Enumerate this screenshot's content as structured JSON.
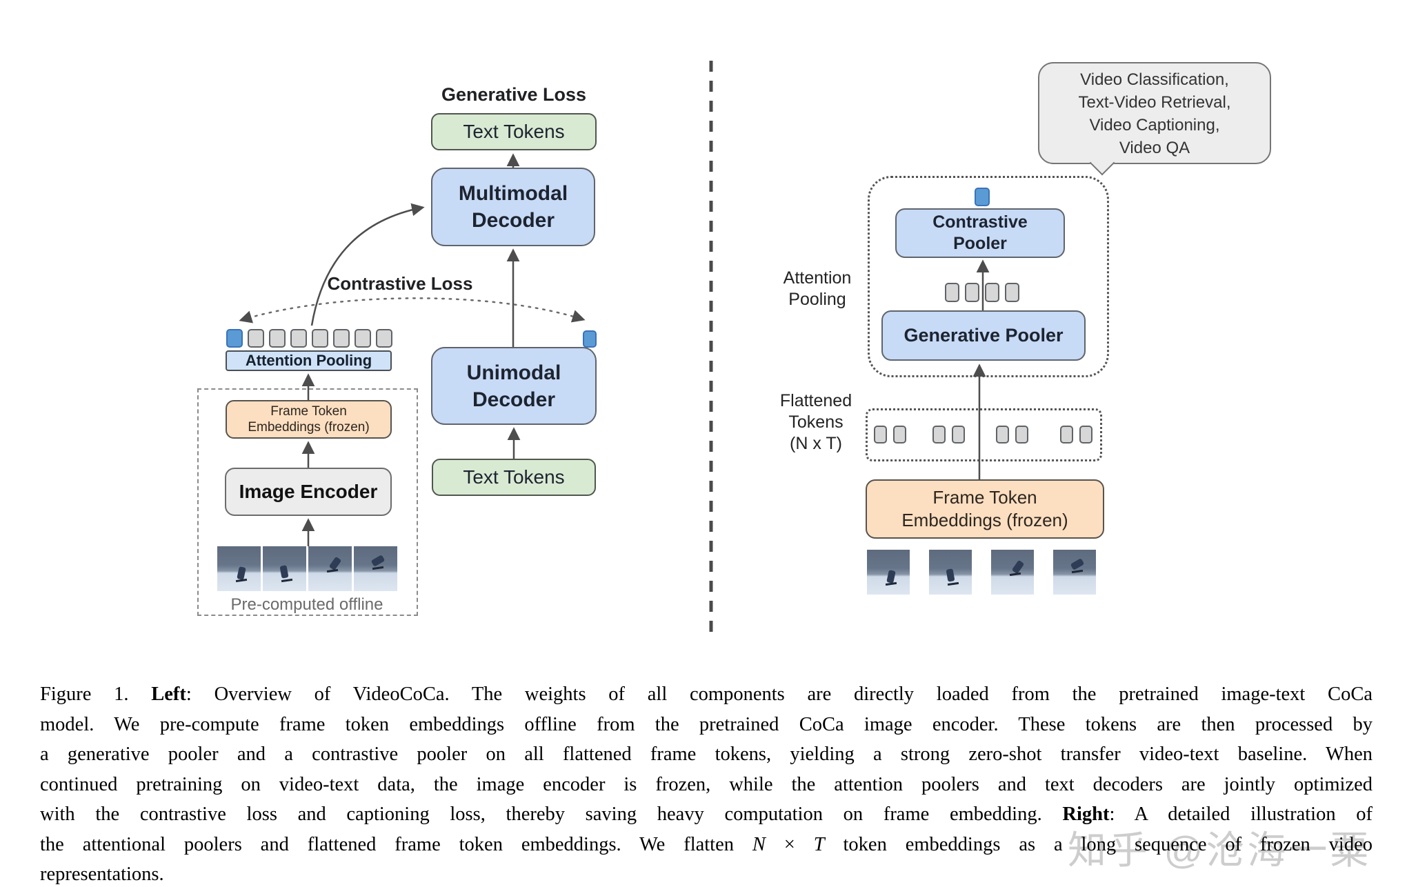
{
  "colors": {
    "box_blue": "#c7daf6",
    "box_green": "#d9ead3",
    "box_orange": "#fcdec0",
    "box_gray": "#ececec",
    "token_blue": "#5b9bd5",
    "token_gray": "#d7d7d7",
    "line": "#4d4d4d"
  },
  "left_panel": {
    "generative_loss_label": "Generative Loss",
    "text_tokens_top_label": "Text Tokens",
    "multimodal_decoder_label": "Multimodal Decoder",
    "contrastive_loss_label": "Contrastive Loss",
    "pooled_tokens": [
      "blue",
      "gray",
      "gray",
      "gray",
      "gray",
      "gray",
      "gray",
      "gray"
    ],
    "attention_pooling_bar_label": "Attention Pooling",
    "frame_token_embeddings_label": "Frame Token Embeddings (frozen)",
    "image_encoder_label": "Image Encoder",
    "precomputed_offline_label": "Pre-computed offline",
    "unimodal_decoder_label": "Unimodal Decoder",
    "unimodal_cls_token": [
      "blue"
    ],
    "text_tokens_bottom_label": "Text Tokens"
  },
  "right_panel": {
    "task_bubble_lines": [
      "Video Classification,",
      "Text-Video Retrieval,",
      "Video Captioning,",
      "Video QA"
    ],
    "attention_pooling_label_lines": [
      "Attention",
      "Pooling"
    ],
    "cls_token": [
      "blue"
    ],
    "contrastive_pooler_label": "Contrastive Pooler",
    "pooler_tokens": [
      "gray",
      "gray",
      "gray",
      "gray"
    ],
    "generative_pooler_label": "Generative Pooler",
    "flattened_tokens_label_lines": [
      "Flattened",
      "Tokens",
      "(N x T)"
    ],
    "flattened_token_groups": [
      [
        "gray",
        "gray"
      ],
      [
        "gray",
        "gray"
      ],
      [
        "gray",
        "gray"
      ],
      [
        "gray",
        "gray"
      ]
    ],
    "frame_token_embeddings_label": "Frame Token Embeddings (frozen)"
  },
  "caption": {
    "lines": [
      [
        {
          "t": "Figure 1.  "
        },
        {
          "t": "Left",
          "b": true
        },
        {
          "t": ": Overview of VideoCoCa.  The weights of all components are directly loaded from the pretrained image-text CoCa"
        }
      ],
      [
        {
          "t": "model.  We pre-compute frame token embeddings offline from the pretrained CoCa image encoder.  These tokens are then processed by"
        }
      ],
      [
        {
          "t": "a generative pooler and a contrastive pooler on all flattened frame tokens, yielding a strong zero-shot transfer video-text baseline.  When"
        }
      ],
      [
        {
          "t": "continued pretraining on video-text data, the image encoder is frozen, while the attention poolers and text decoders are jointly optimized"
        }
      ],
      [
        {
          "t": "with the contrastive loss and captioning loss, thereby saving heavy computation on frame embedding.  "
        },
        {
          "t": "Right",
          "b": true
        },
        {
          "t": ": A detailed illustration of"
        }
      ],
      [
        {
          "t": "the attentional poolers and flattened frame token embeddings.  We flatten "
        },
        {
          "t": "N",
          "i": true
        },
        {
          "t": " × "
        },
        {
          "t": "T",
          "i": true
        },
        {
          "t": " token embeddings as a long sequence of frozen video"
        }
      ],
      [
        {
          "t": "representations."
        }
      ]
    ]
  },
  "watermark": "知乎 @沧海一粟"
}
